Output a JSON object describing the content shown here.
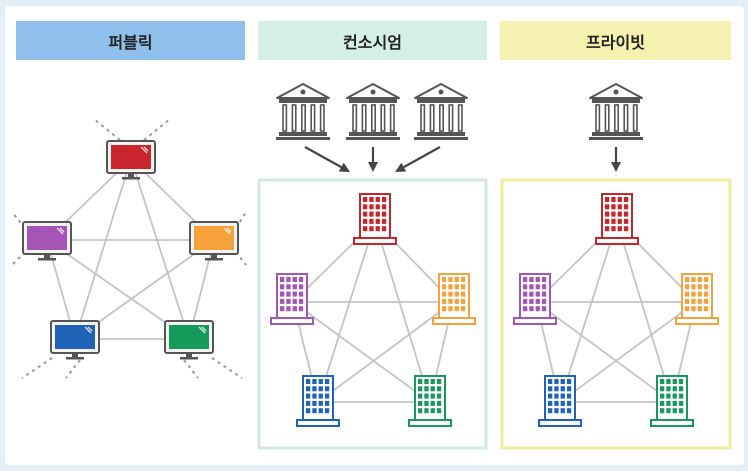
{
  "headers": {
    "public": {
      "label": "퍼블릭",
      "color": "#8fc0ec"
    },
    "consortium": {
      "label": "컨소시엄",
      "color": "#d4efe6"
    },
    "private": {
      "label": "프라이빗",
      "color": "#f5f1b0"
    }
  },
  "node_colors": {
    "red": "#c9252c",
    "purple": "#a456b8",
    "orange": "#f6a13a",
    "blue": "#1f63b8",
    "green": "#169a5c"
  },
  "panel_colors": {
    "consortium_border": "#cfeadf",
    "private_border": "#f1eb9c",
    "line": "#c4c4c4",
    "icon_gray": "#555555"
  }
}
